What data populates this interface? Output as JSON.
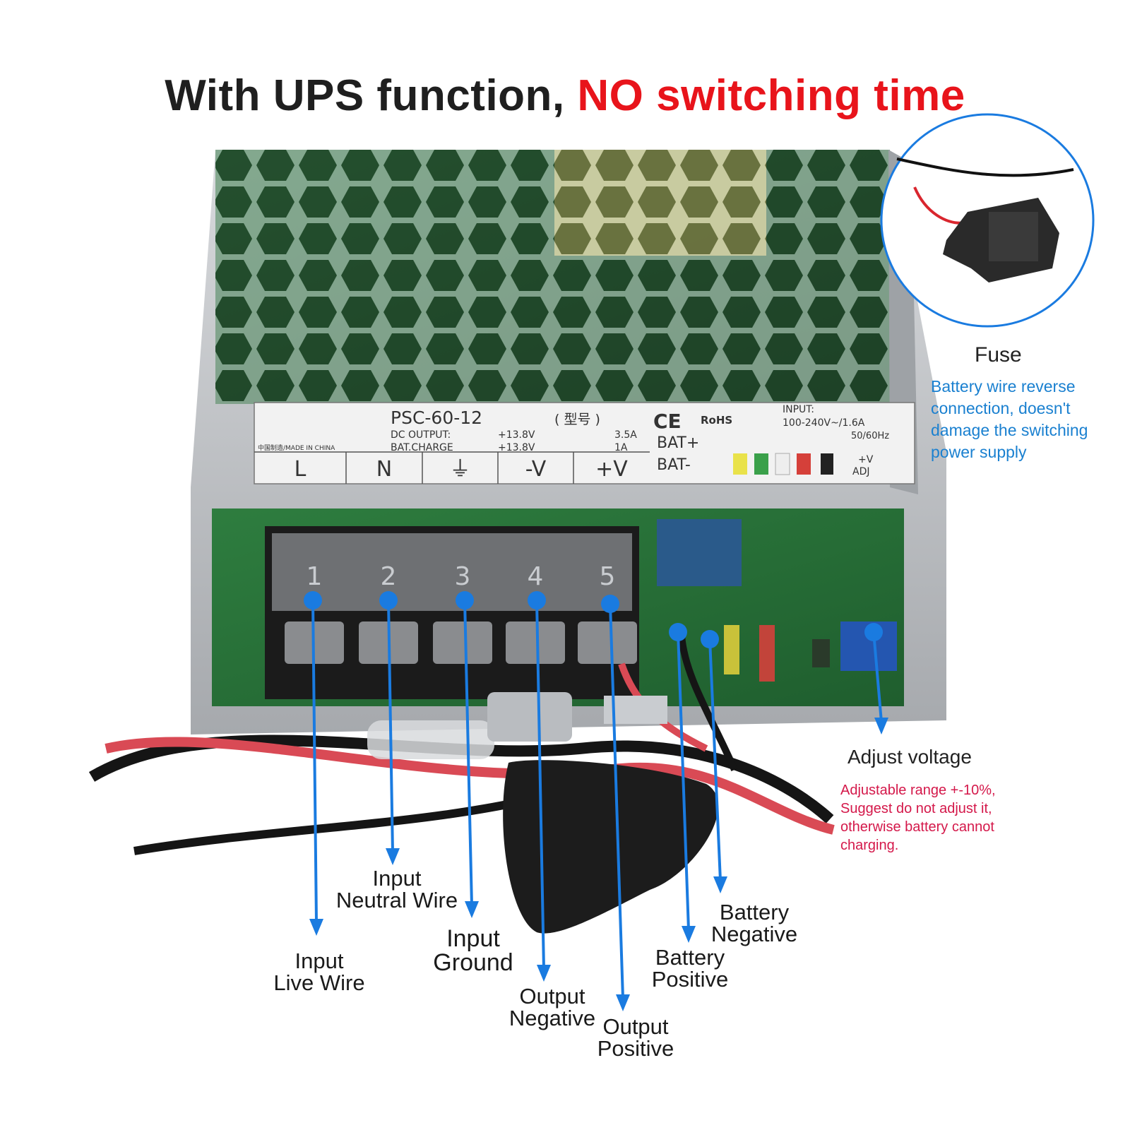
{
  "headline": {
    "part1": "With UPS function, ",
    "part2": "NO switching time",
    "color_main": "#1f1f1f",
    "color_accent": "#e8141b"
  },
  "product_label": {
    "model": "PSC-60-12",
    "model_note": "( 型号 )",
    "dc_output_label": "DC OUTPUT:",
    "dc_output_voltage": "+13.8V",
    "dc_output_current": "3.5A",
    "bat_charge_label": "BAT.CHARGE",
    "bat_charge_voltage": "+13.8V",
    "bat_charge_current": "1A",
    "made_in": "中国制造/MADE IN CHINA",
    "ce_mark": "CE",
    "rohs_mark": "RoHS",
    "input_label": "INPUT:",
    "input_value": "100-240V~/1.6A",
    "input_freq": "50/60Hz",
    "bat_plus": "BAT+",
    "bat_minus": "BAT-",
    "adj_v": "+V",
    "adj_label": "ADJ",
    "terminals": [
      "L",
      "N",
      "⏚",
      "-V",
      "+V"
    ],
    "terminal_numbers": [
      "1",
      "2",
      "3",
      "4",
      "5"
    ]
  },
  "fuse": {
    "title": "Fuse",
    "description": [
      "Battery wire reverse",
      "connection, doesn't",
      "damage the switching",
      "power supply"
    ]
  },
  "adjust": {
    "title": "Adjust voltage",
    "description": [
      "Adjustable range +-10%,",
      "Suggest do not adjust it,",
      "otherwise battery cannot",
      "charging."
    ]
  },
  "callouts": {
    "input_live": [
      "Input",
      "Live Wire"
    ],
    "input_neutral": [
      "Input",
      "Neutral Wire"
    ],
    "input_ground": [
      "Input",
      "Ground"
    ],
    "output_negative": [
      "Output",
      "Negative"
    ],
    "output_positive": [
      "Output",
      "Positive"
    ],
    "battery_positive": [
      "Battery",
      "Positive"
    ],
    "battery_negative": [
      "Battery",
      "Negative"
    ]
  },
  "colors": {
    "arrow_blue": "#1a7be0",
    "pcb_green": "#2f7a3e",
    "chassis_silver": "#b9bcc0",
    "label_blue": "#1a80d0",
    "warning_red": "#d4184a"
  }
}
